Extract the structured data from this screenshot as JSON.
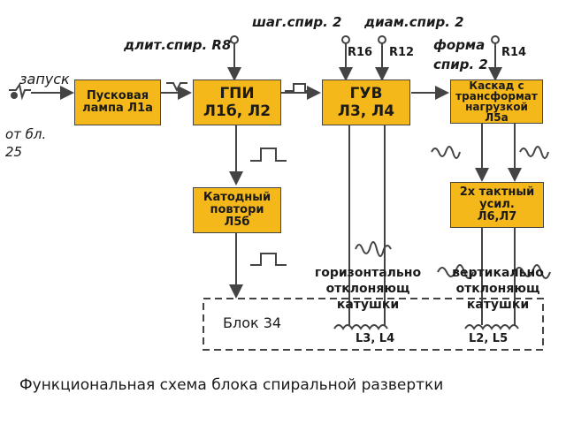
{
  "inputs": {
    "trigger_label": "запуск",
    "source_label": "от бл. 25"
  },
  "top_labels": {
    "duration": "длит.спир. R8",
    "step": "шаг.спир. 2",
    "diameter": "диам.спир. 2",
    "r16": "R16",
    "r12": "R12",
    "shape": "форма спир. 2",
    "r14": "R14"
  },
  "blocks": {
    "start_lamp": "Пусковая лампа Л1а",
    "gpi_title": "ГПИ",
    "gpi_sub": "Л1б, Л2",
    "guv_title": "ГУВ",
    "guv_sub": "Л3, Л4",
    "cascade": "Каскад с трансформат нагрузкой Л5а",
    "cathode_follower": "Катодный повтори Л5б",
    "push_pull_top": "2х тактный",
    "push_pull_mid": "усил.",
    "push_pull_sub": "Л6,Л7"
  },
  "labels": {
    "horizontal": "горизонтально отклоняющ катушки",
    "vertical": "вертикально отклоняющ катушки",
    "coils_h": "L3, L4",
    "coils_v": "L2, L5",
    "block34": "Блок 34"
  },
  "caption": "Функциональная схема блока спиральной развертки",
  "colors": {
    "block_fill": "#f5b81a",
    "line": "#444444"
  }
}
